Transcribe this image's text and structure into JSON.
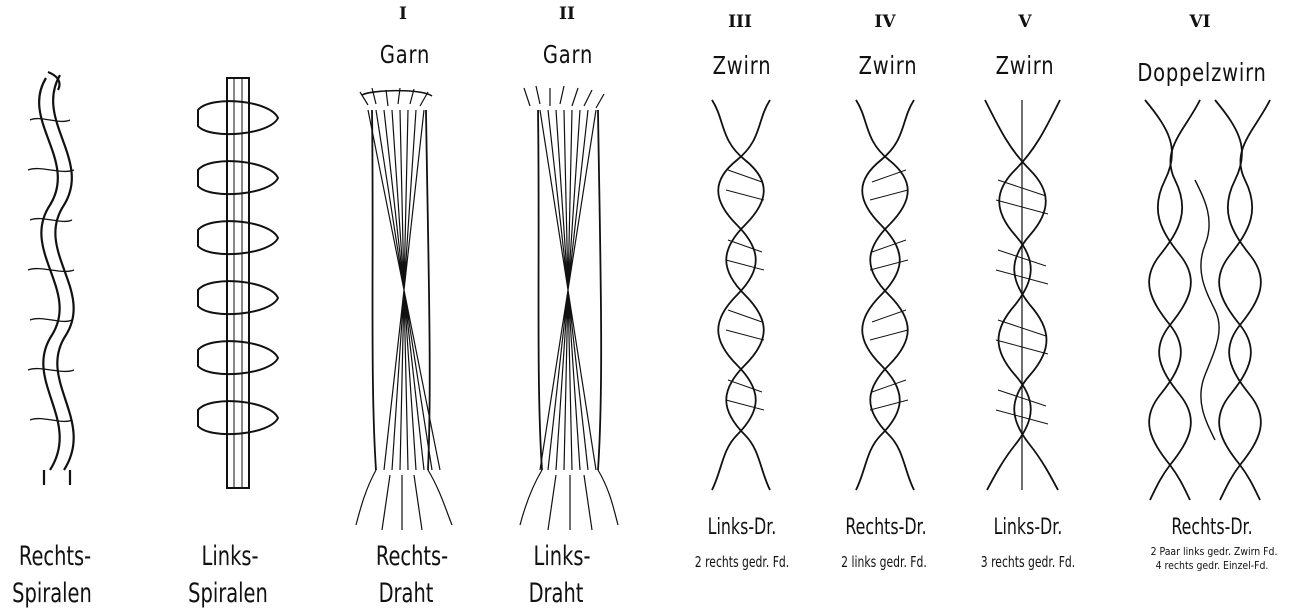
{
  "figures": [
    {
      "id": "rechts-spiralen",
      "numeral": "",
      "heading": "",
      "caption": [
        "Rechts-",
        "Spiralen"
      ],
      "detail": []
    },
    {
      "id": "links-spiralen",
      "numeral": "",
      "heading": "",
      "caption": [
        "Links-",
        "Spiralen"
      ],
      "detail": []
    },
    {
      "id": "garn-rechtsdraht",
      "numeral": "I",
      "heading": "Garn",
      "caption": [
        "Rechts-",
        "Draht"
      ],
      "detail": []
    },
    {
      "id": "garn-linksdraht",
      "numeral": "II",
      "heading": "Garn",
      "caption": [
        "Links-",
        "Draht"
      ],
      "detail": []
    },
    {
      "id": "zwirn-3",
      "numeral": "III",
      "heading": "Zwirn",
      "caption": [
        "Links-Dr."
      ],
      "detail": [
        "2 rechts gedr. Fd."
      ]
    },
    {
      "id": "zwirn-4",
      "numeral": "IV",
      "heading": "Zwirn",
      "caption": [
        "Rechts-Dr."
      ],
      "detail": [
        "2 links gedr. Fd."
      ]
    },
    {
      "id": "zwirn-5",
      "numeral": "V",
      "heading": "Zwirn",
      "caption": [
        "Links-Dr."
      ],
      "detail": [
        "3 rechts gedr. Fd."
      ]
    },
    {
      "id": "doppelzwirn-6",
      "numeral": "VI",
      "heading": "Doppelzwirn",
      "caption": [
        "Rechts-Dr."
      ],
      "detail": [
        "2 Paar links gedr. Zwirn Fd.",
        "4 rechts gedr. Einzel-Fd."
      ]
    }
  ]
}
